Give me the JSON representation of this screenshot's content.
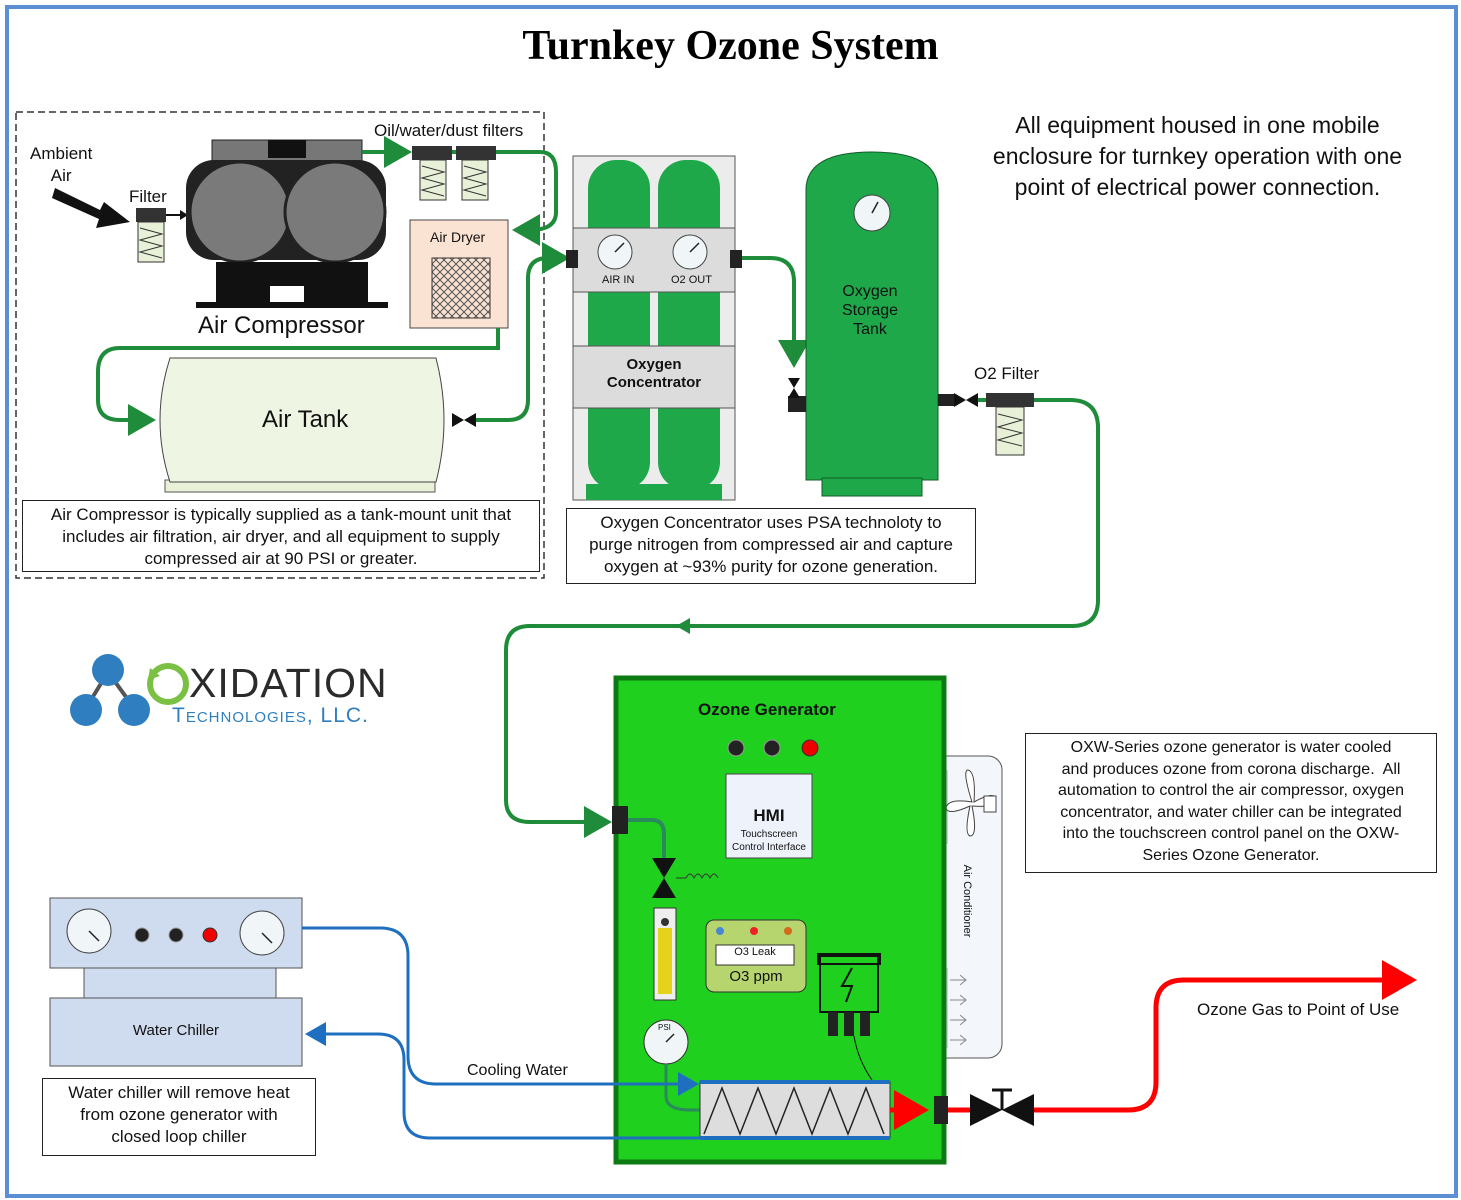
{
  "title": "Turnkey Ozone System",
  "colors": {
    "frame": "#5b8fd4",
    "equipment_green": "#1fa84a",
    "generator_green": "#1fd01f",
    "oxygen_line": "#1e8c3a",
    "cooling_line": "#1f6fc0",
    "ozone_line": "#ff0000",
    "logo_blue": "#2f7fc0",
    "logo_green": "#7ac043"
  },
  "labels": {
    "ambient_air": "Ambient\nAir",
    "filter": "Filter",
    "oil_water_dust_filters": "Oil/water/dust filters",
    "air_dryer": "Air Dryer",
    "air_compressor": "Air Compressor",
    "air_tank": "Air Tank",
    "air_in": "AIR IN",
    "o2_out": "O2 OUT",
    "oxygen_concentrator": "Oxygen\nConcentrator",
    "oxygen_storage_tank": "Oxygen\nStorage\nTank",
    "o2_filter": "O2 Filter",
    "ozone_generator": "Ozone Generator",
    "hmi": "HMI",
    "hmi_sub": "Touchscreen\nControl Interface",
    "o3_leak": "O3 Leak",
    "o3_ppm": "O3 ppm",
    "psi": "PSI",
    "air_conditioner": "Air Conditioner",
    "water_chiller": "Water Chiller",
    "cooling_water": "Cooling Water",
    "ozone_gas": "Ozone Gas to Point of Use"
  },
  "notes": {
    "enclosure": "All equipment housed in one mobile\nenclosure for turnkey operation with one\npoint of electrical power connection.",
    "compressor": "Air Compressor is typically supplied as a tank-mount unit that\nincludes air filtration, air dryer, and all equipment to supply\ncompressed air at 90 PSI or greater.",
    "concentrator": "Oxygen Concentrator uses PSA technoloty to\npurge nitrogen from compressed air and capture\noxygen at ~93% purity for ozone generation.",
    "generator": "OXW-Series ozone generator is water cooled\nand produces ozone from corona discharge.  All\nautomation to control the air compressor, oxygen\nconcentrator, and water chiller can be integrated\ninto the touchscreen control panel on the OXW-\nSeries Ozone Generator.",
    "chiller": "Water chiller will remove heat\nfrom ozone generator with\nclosed loop chiller"
  },
  "logo": {
    "name": "XIDATION",
    "sub": "Technologies, LLC.",
    "icon": "molecule-recycle-logo-icon"
  }
}
